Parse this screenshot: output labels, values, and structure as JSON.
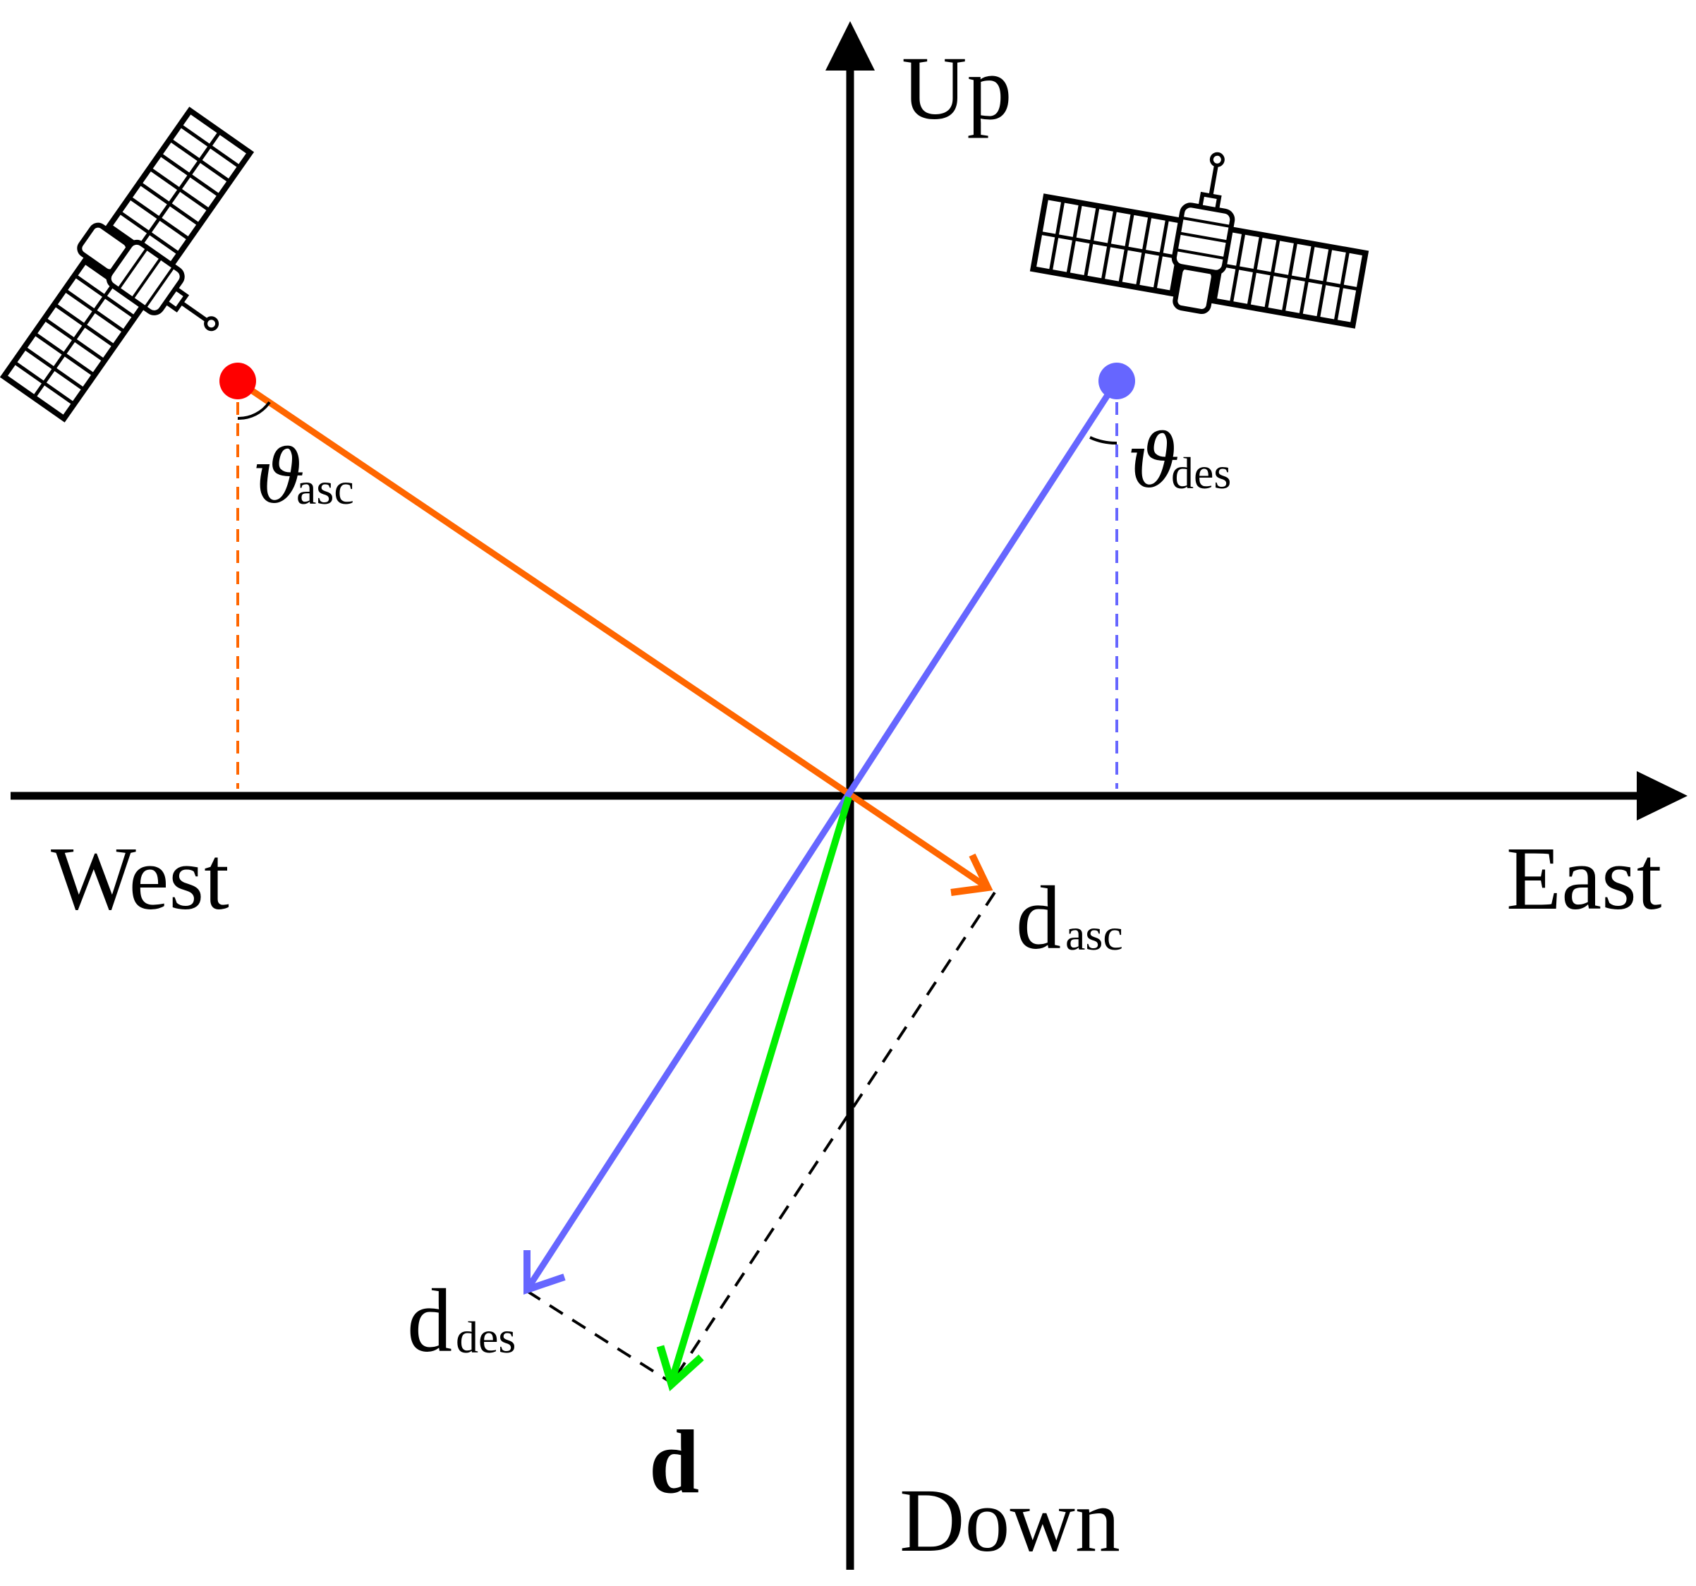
{
  "axes": {
    "up": "Up",
    "down": "Down",
    "west": "West",
    "east": "East"
  },
  "angles": {
    "asc": {
      "symbol": "ϑ",
      "subscript": "asc"
    },
    "des": {
      "symbol": "ϑ",
      "subscript": "des"
    }
  },
  "vectors": {
    "asc": {
      "main": "d",
      "subscript": "asc"
    },
    "des": {
      "main": "d",
      "subscript": "des"
    },
    "total": {
      "main": "d"
    }
  },
  "colors": {
    "axis": "#000000",
    "ascending": "#ff6600",
    "ascending_point": "#ff0000",
    "descending": "#6666ff",
    "resultant": "#00ee00",
    "construction": "#000000"
  },
  "icons": {
    "asc_satellite": "satellite-icon",
    "des_satellite": "satellite-icon"
  }
}
